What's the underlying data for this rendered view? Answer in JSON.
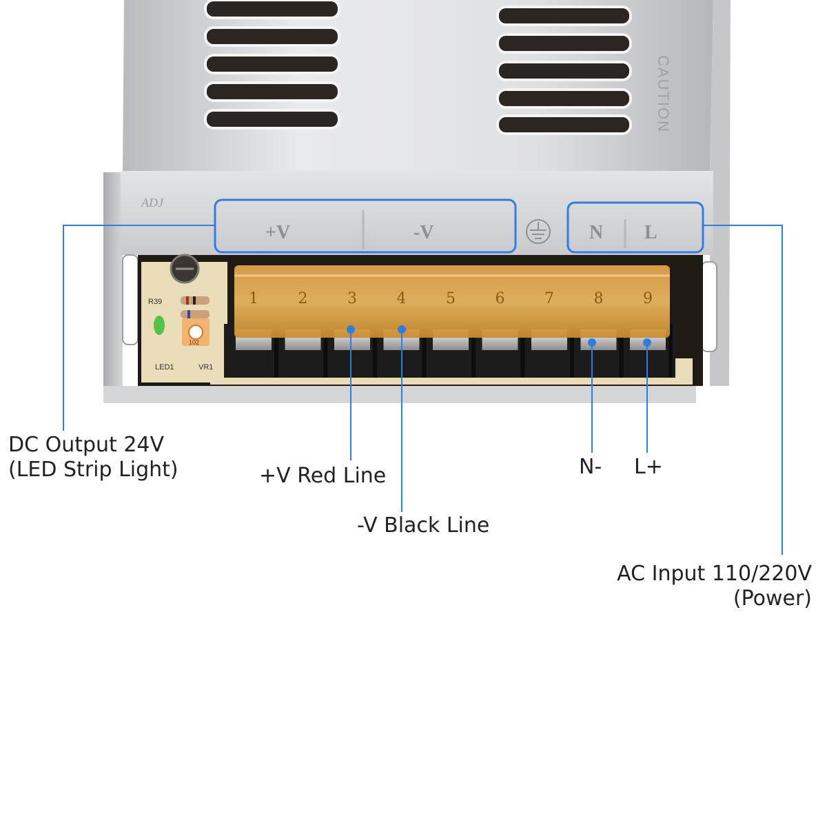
{
  "photo": {
    "case_markings": {
      "adj": "ADJ",
      "plus_v": "+V",
      "minus_v": "-V",
      "n": "N",
      "l": "L",
      "caution": "CAUTION"
    },
    "pcb_markings": {
      "r39": "R39",
      "led1": "LED1",
      "vr1": "VR1",
      "trim_pot": "102"
    },
    "terminal_numbers": [
      "1",
      "2",
      "3",
      "4",
      "5",
      "6",
      "7",
      "8",
      "9"
    ]
  },
  "callouts": {
    "dc_output": "DC Output 24V\n(LED Strip Light)",
    "plus_v_line": "+V Red Line",
    "minus_v_line": "-V Black Line",
    "n_minus": "N-",
    "l_plus": "L+",
    "ac_input": "AC Input 110/220V\n(Power)"
  },
  "colors": {
    "callout_blue": "#2f7de1",
    "case_silver": "#d8d9db",
    "terminal_amber": "#e8a83a",
    "terminal_black": "#1c1c1c",
    "pcb_tan": "#e9dcb8"
  }
}
